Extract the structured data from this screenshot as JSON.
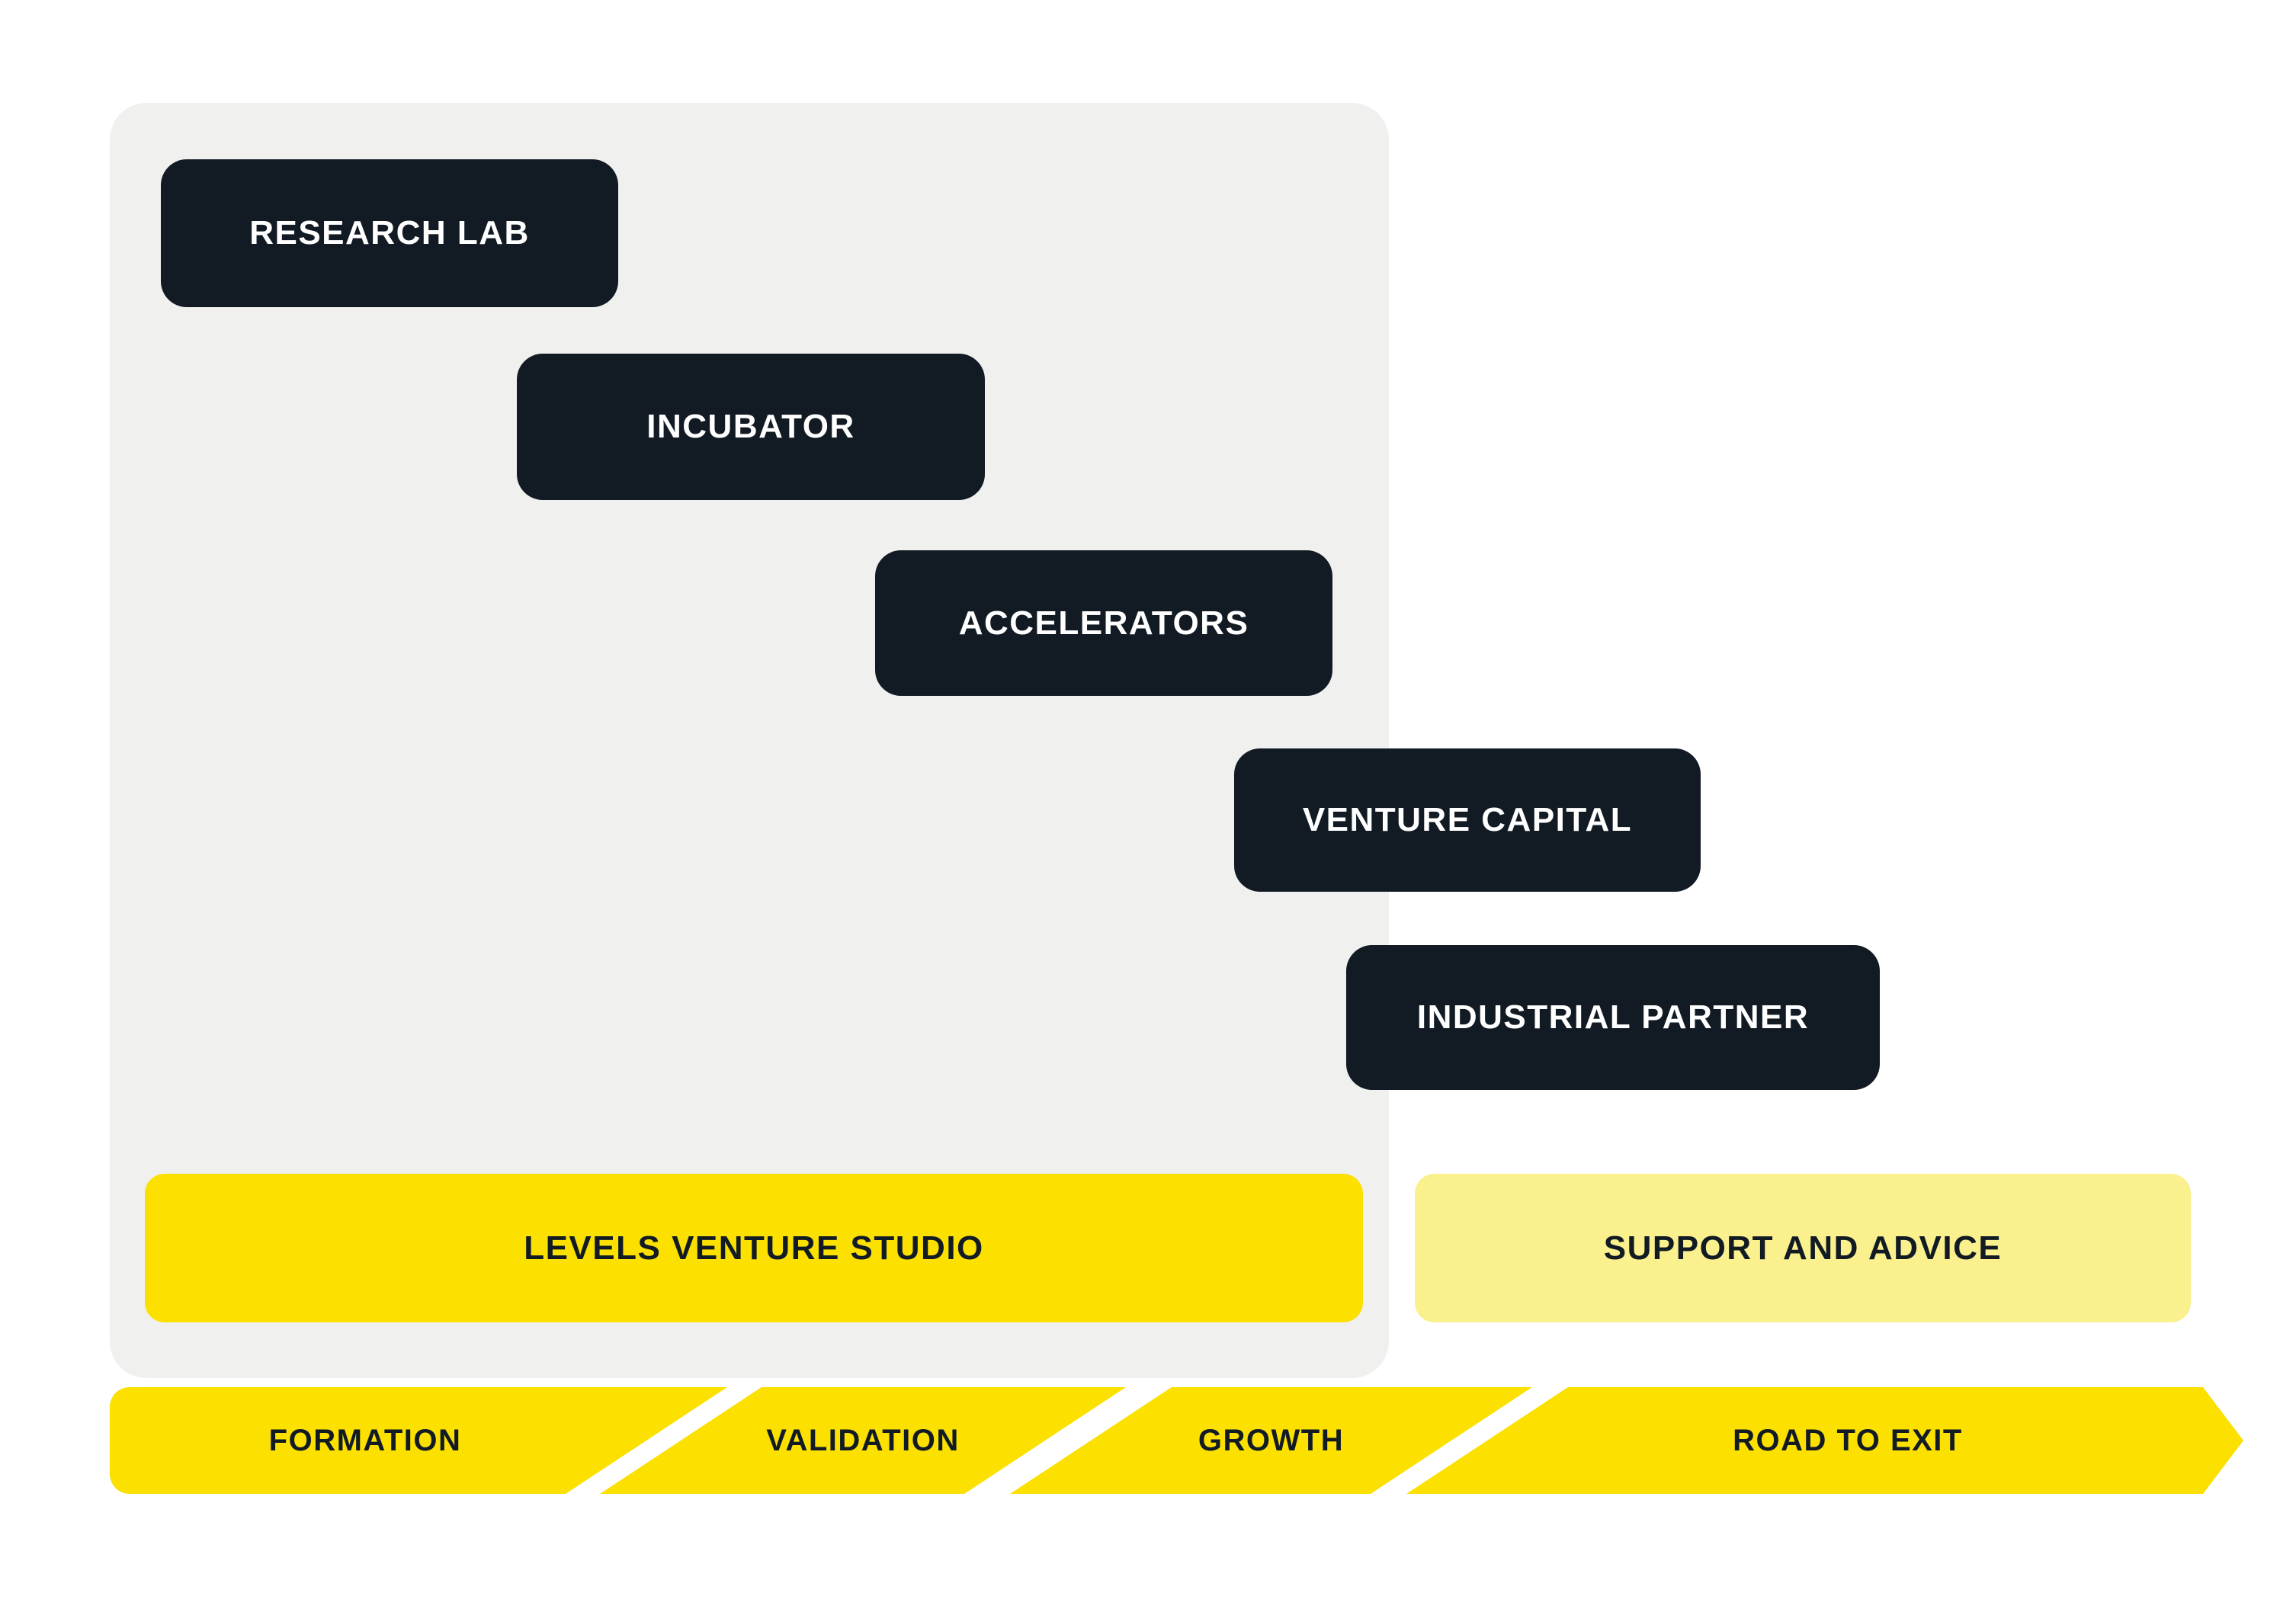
{
  "palette": {
    "dark_navy": "#121B24",
    "bright_yellow": "#FBE000",
    "pale_yellow": "#FAF08D",
    "panel_gray": "#F0F0EF",
    "background": "#FFFFFF",
    "light_text": "#FFFFFF"
  },
  "funnel": {
    "boxes": [
      {
        "id": "research-lab",
        "label": "RESEARCH LAB"
      },
      {
        "id": "incubator",
        "label": "INCUBATOR"
      },
      {
        "id": "accelerators",
        "label": "ACCELERATORS"
      },
      {
        "id": "venture-capital",
        "label": "VENTURE CAPITAL"
      },
      {
        "id": "industrial-partner",
        "label": "INDUSTRIAL PARTNER"
      }
    ]
  },
  "bands": {
    "studio": {
      "label": "LEVELS VENTURE STUDIO"
    },
    "support": {
      "label": "SUPPORT AND ADVICE"
    }
  },
  "timeline": {
    "stages": [
      {
        "label": "FORMATION"
      },
      {
        "label": "VALIDATION"
      },
      {
        "label": "GROWTH"
      },
      {
        "label": "ROAD TO EXIT"
      }
    ]
  }
}
